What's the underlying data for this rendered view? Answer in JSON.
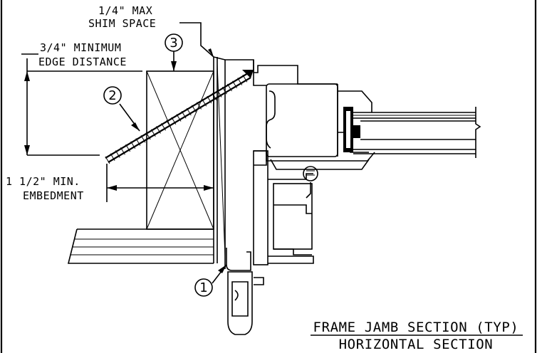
{
  "labels": {
    "shim_line1": "1/4\" MAX",
    "shim_line2": "SHIM SPACE",
    "edge_line1": "3/4\" MINIMUM",
    "edge_line2": "EDGE DISTANCE",
    "embed_line1": "1 1/2\" MIN.",
    "embed_line2": "EMBEDMENT",
    "title": "FRAME JAMB SECTION (TYP)",
    "subtitle": "HORIZONTAL SECTION"
  },
  "callouts": [
    "1",
    "2",
    "3"
  ]
}
